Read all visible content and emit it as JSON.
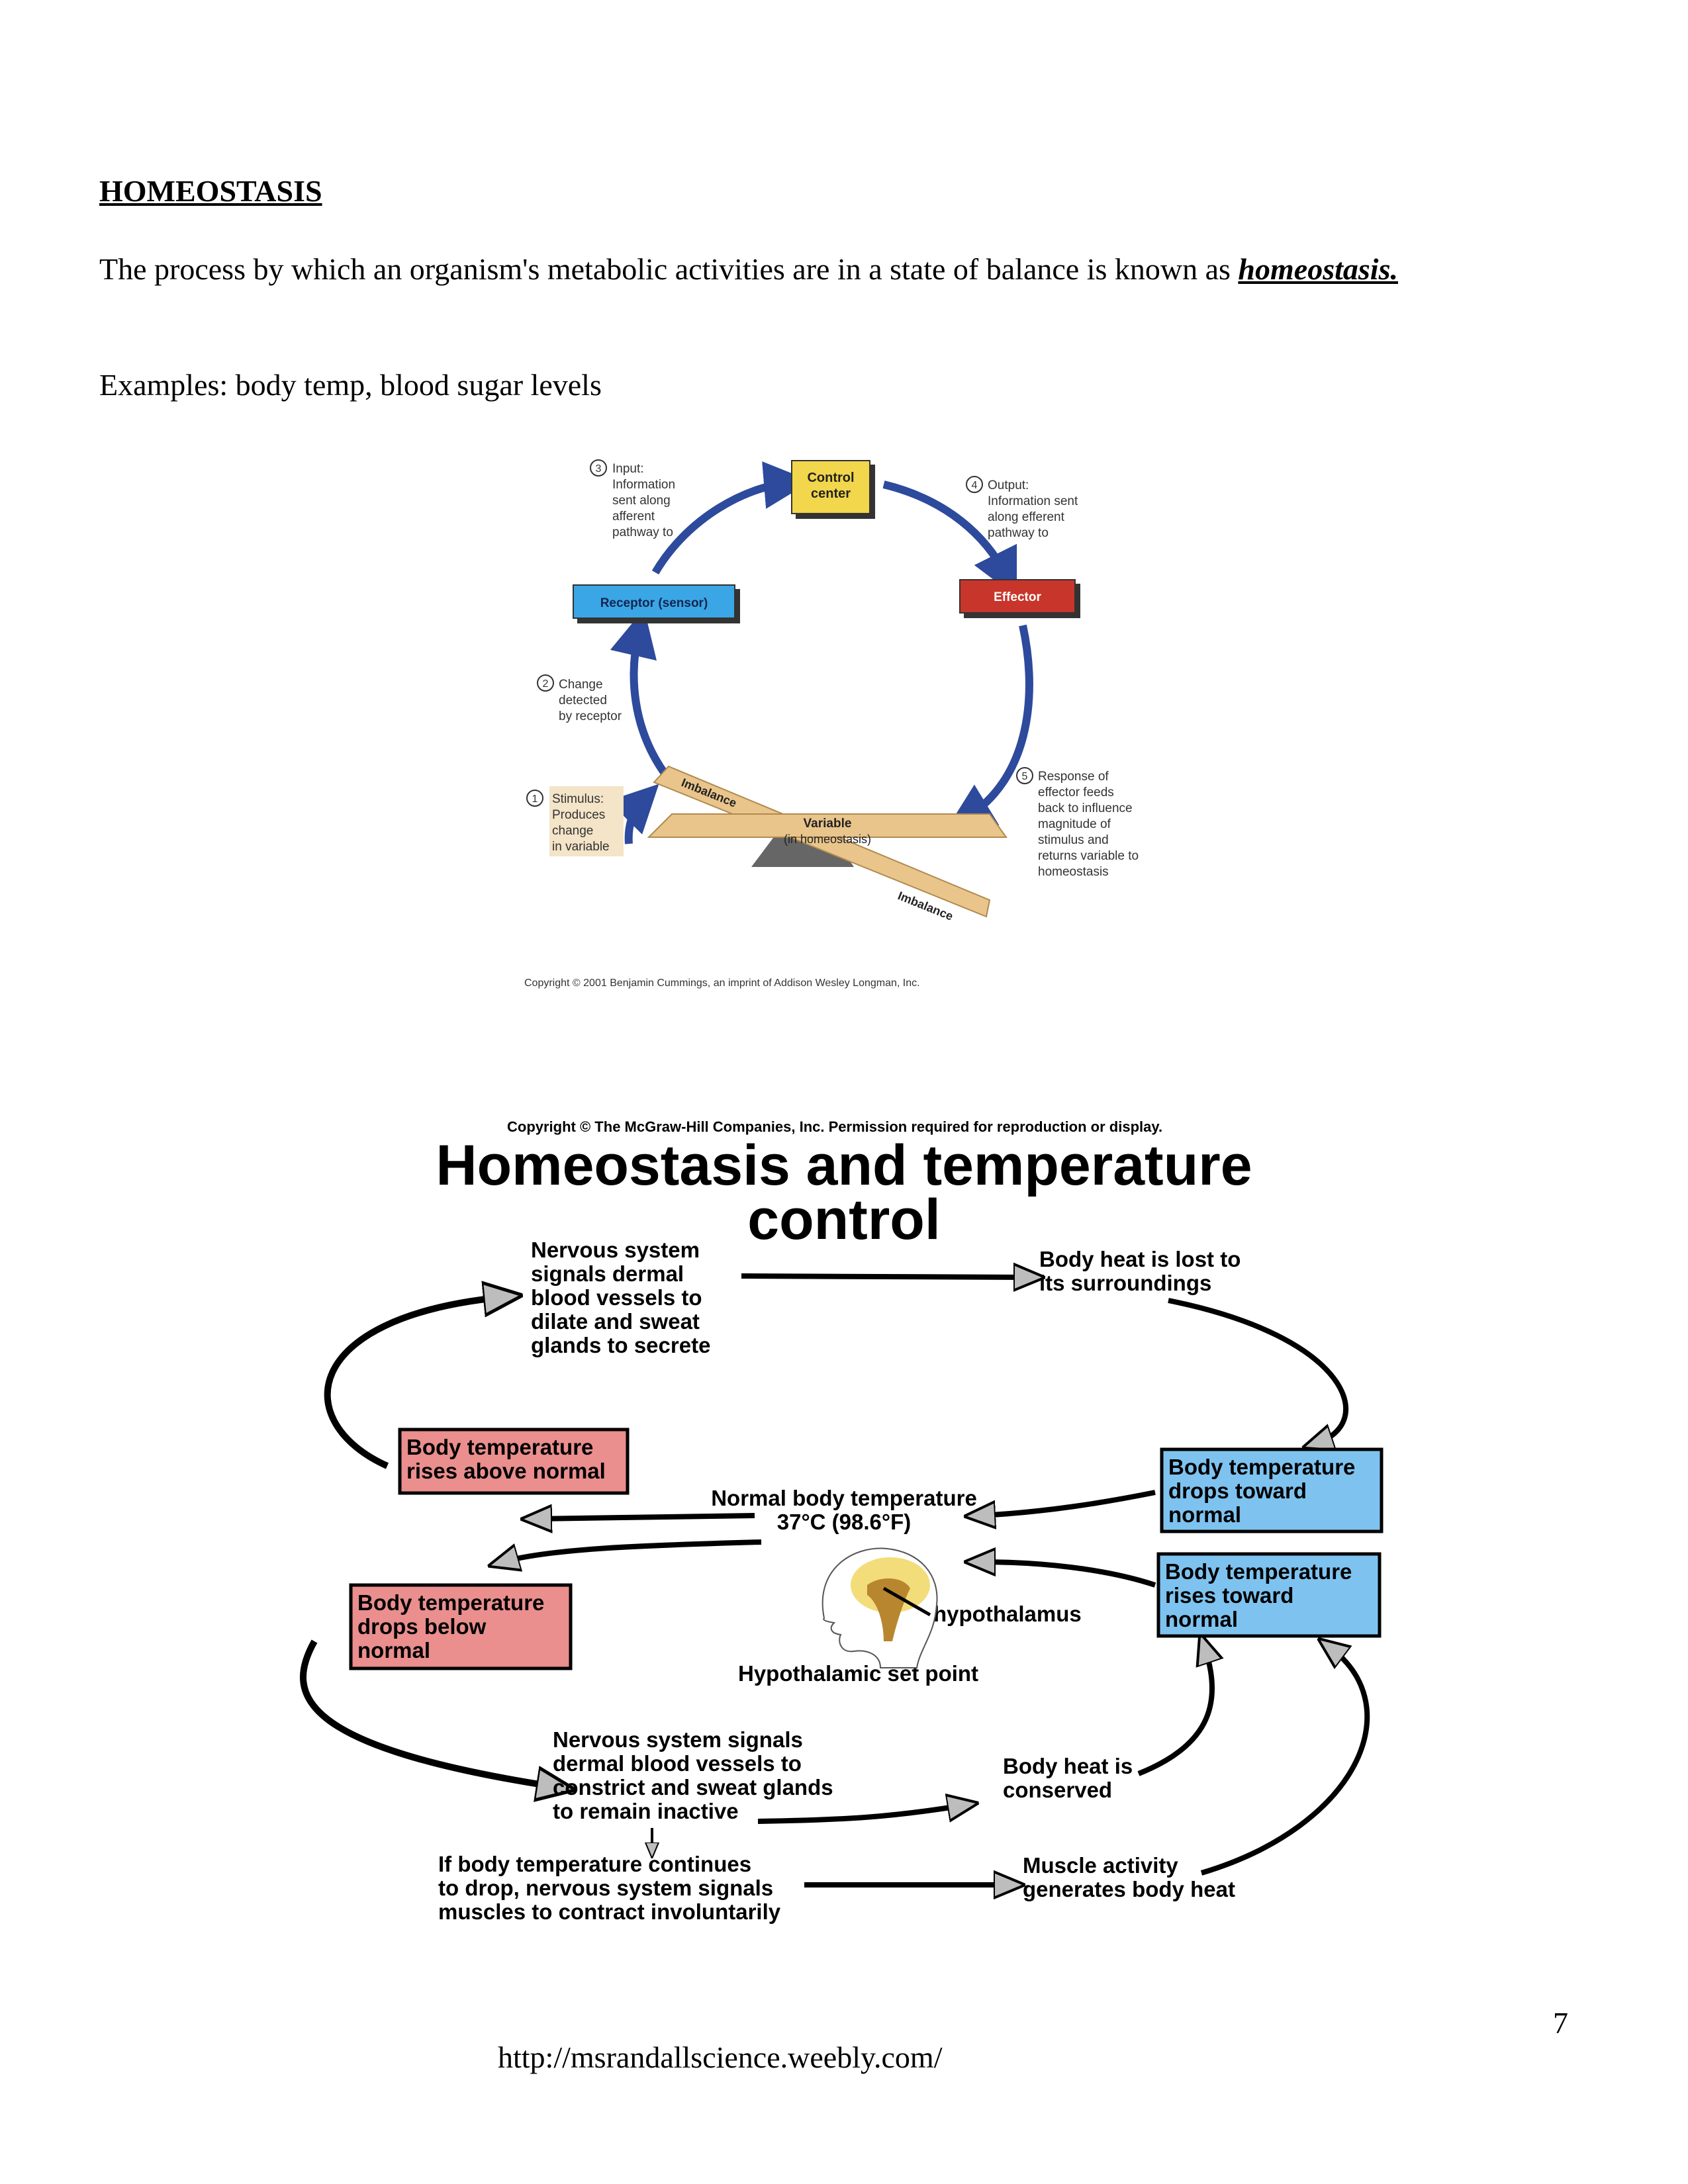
{
  "heading": "HOMEOSTASIS",
  "intro": {
    "text": "The process by which an organism's metabolic activities are in a state of balance is known as ",
    "term": "homeostasis."
  },
  "examples": "Examples: body temp, blood sugar levels",
  "diagram1": {
    "control_center": [
      "Control",
      "center"
    ],
    "receptor": "Receptor (sensor)",
    "effector": "Effector",
    "variable": [
      "Variable",
      "(in homeostasis)"
    ],
    "imbalance_top": "Imbalance",
    "imbalance_bottom": "Imbalance",
    "step1": {
      "num": "1",
      "lines": [
        "Stimulus:",
        "Produces",
        "change",
        "in variable"
      ]
    },
    "step2": {
      "num": "2",
      "lines": [
        "Change",
        "detected",
        "by receptor"
      ]
    },
    "step3": {
      "num": "3",
      "lines": [
        "Input:",
        "Information",
        "sent along",
        "afferent",
        "pathway to"
      ]
    },
    "step4": {
      "num": "4",
      "lines": [
        "Output:",
        "Information sent",
        "along efferent",
        "pathway to"
      ]
    },
    "step5": {
      "num": "5",
      "lines": [
        "Response of",
        "effector feeds",
        "back to influence",
        "magnitude of",
        "stimulus and",
        "returns variable to",
        "homeostasis"
      ]
    },
    "copyright": "Copyright © 2001 Benjamin Cummings, an imprint of Addison Wesley Longman, Inc.",
    "colors": {
      "control": "#f2d64b",
      "receptor": "#3aa6e6",
      "effector": "#c8352b",
      "arrow": "#2d4a9c",
      "board": "#e9c58c"
    }
  },
  "diagram2": {
    "copyright": "Copyright © The McGraw-Hill Companies, Inc. Permission required for reproduction or display.",
    "title": [
      "Homeostasis and temperature",
      "control"
    ],
    "nervous_dilate": [
      "Nervous system",
      "signals dermal",
      "blood vessels to",
      "dilate and sweat",
      "glands to secrete"
    ],
    "heat_lost": [
      "Body heat is lost to",
      "its surroundings"
    ],
    "rises_above": [
      "Body temperature",
      "rises above normal"
    ],
    "drops_toward": [
      "Body temperature",
      "drops toward",
      "normal"
    ],
    "normal_temp": [
      "Normal body temperature",
      "37°C (98.6°F)"
    ],
    "drops_below": [
      "Body temperature",
      "drops below",
      "normal"
    ],
    "rises_toward": [
      "Body temperature",
      "rises toward",
      "normal"
    ],
    "hypothalamus": "hypothalamus",
    "set_point": "Hypothalamic set point",
    "nervous_constrict": [
      "Nervous system signals",
      "dermal blood vessels to",
      "constrict and sweat glands",
      "to remain inactive"
    ],
    "heat_conserved": [
      "Body heat is",
      "conserved"
    ],
    "continues_drop": [
      "If body temperature continues",
      "to drop, nervous system signals",
      "muscles to contract involuntarily"
    ],
    "muscle_activity": [
      "Muscle activity",
      "generates body heat"
    ],
    "colors": {
      "red_box": "#ea8e8e",
      "blue_box": "#7ec3f0"
    }
  },
  "page_number": "7",
  "footer_url": "http://msrandallscience.weebly.com/"
}
